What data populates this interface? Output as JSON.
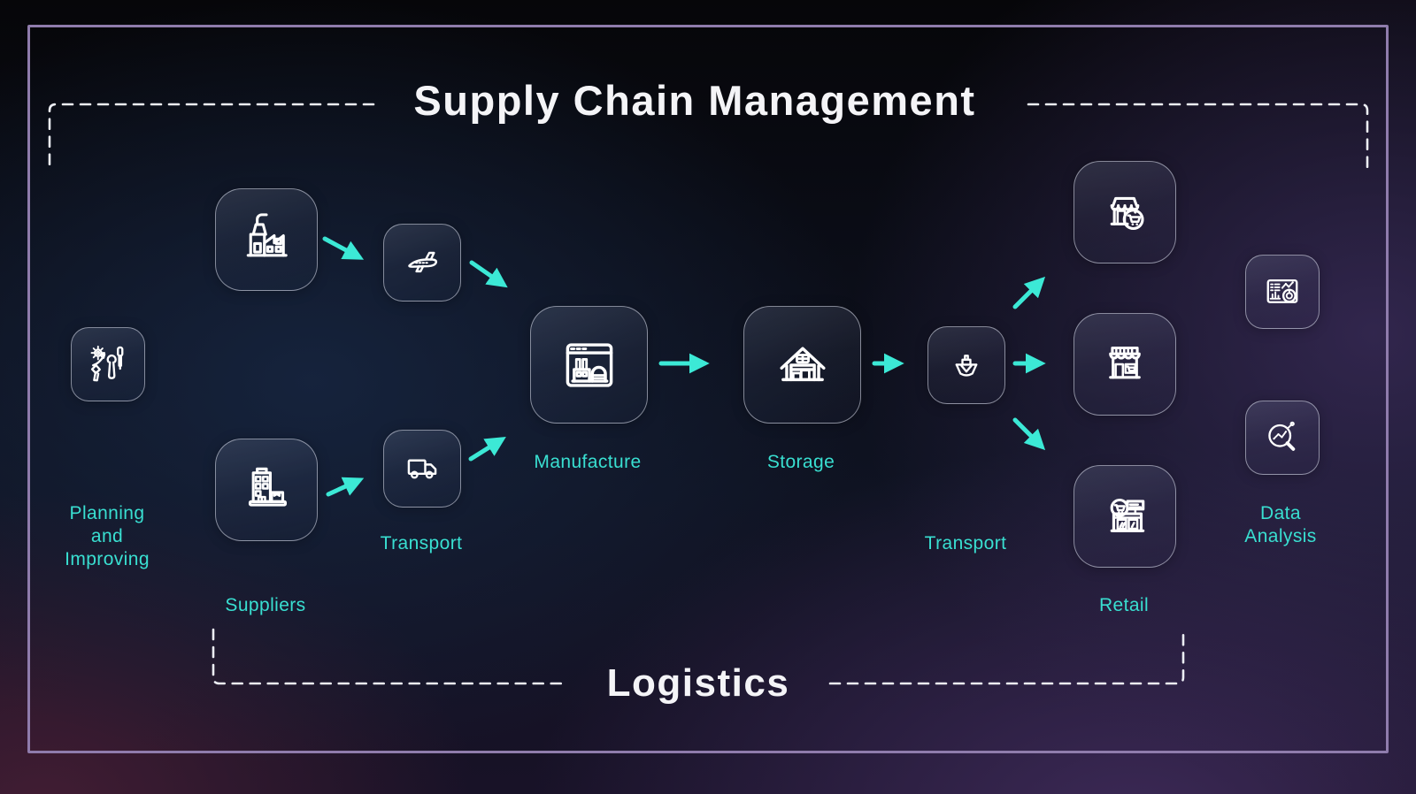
{
  "title": "Supply Chain Management",
  "bottom_label": "Logistics",
  "colors": {
    "accent_arrow": "#3CE9D6",
    "label_text": "#39DFD1",
    "frame_border": "#8F7CAC",
    "dashed_line": "#ECEEF4",
    "title_text": "#F4F4F7"
  },
  "nodes": {
    "planning": {
      "label": "Planning\nand\nImproving",
      "icon": "tools-growth-icon"
    },
    "factory": {
      "icon": "factory-icon"
    },
    "plane": {
      "icon": "airplane-icon"
    },
    "suppliers": {
      "label": "Suppliers",
      "icon": "office-building-icon"
    },
    "truck": {
      "label": "Transport",
      "icon": "delivery-truck-icon"
    },
    "manufacture": {
      "label": "Manufacture",
      "icon": "factory-window-icon"
    },
    "storage": {
      "label": "Storage",
      "icon": "warehouse-icon"
    },
    "ship": {
      "label": "Transport",
      "icon": "cargo-ship-icon"
    },
    "retail_top": {
      "icon": "store-cart-badge-icon"
    },
    "retail_mid": {
      "icon": "storefront-cart-icon"
    },
    "retail_bottom": {
      "label": "Retail",
      "icon": "shop-sign-cart-icon"
    },
    "data_top": {
      "icon": "dashboard-analytics-icon"
    },
    "data_bottom": {
      "label": "Data\nAnalysis",
      "icon": "magnifier-chart-icon"
    }
  }
}
